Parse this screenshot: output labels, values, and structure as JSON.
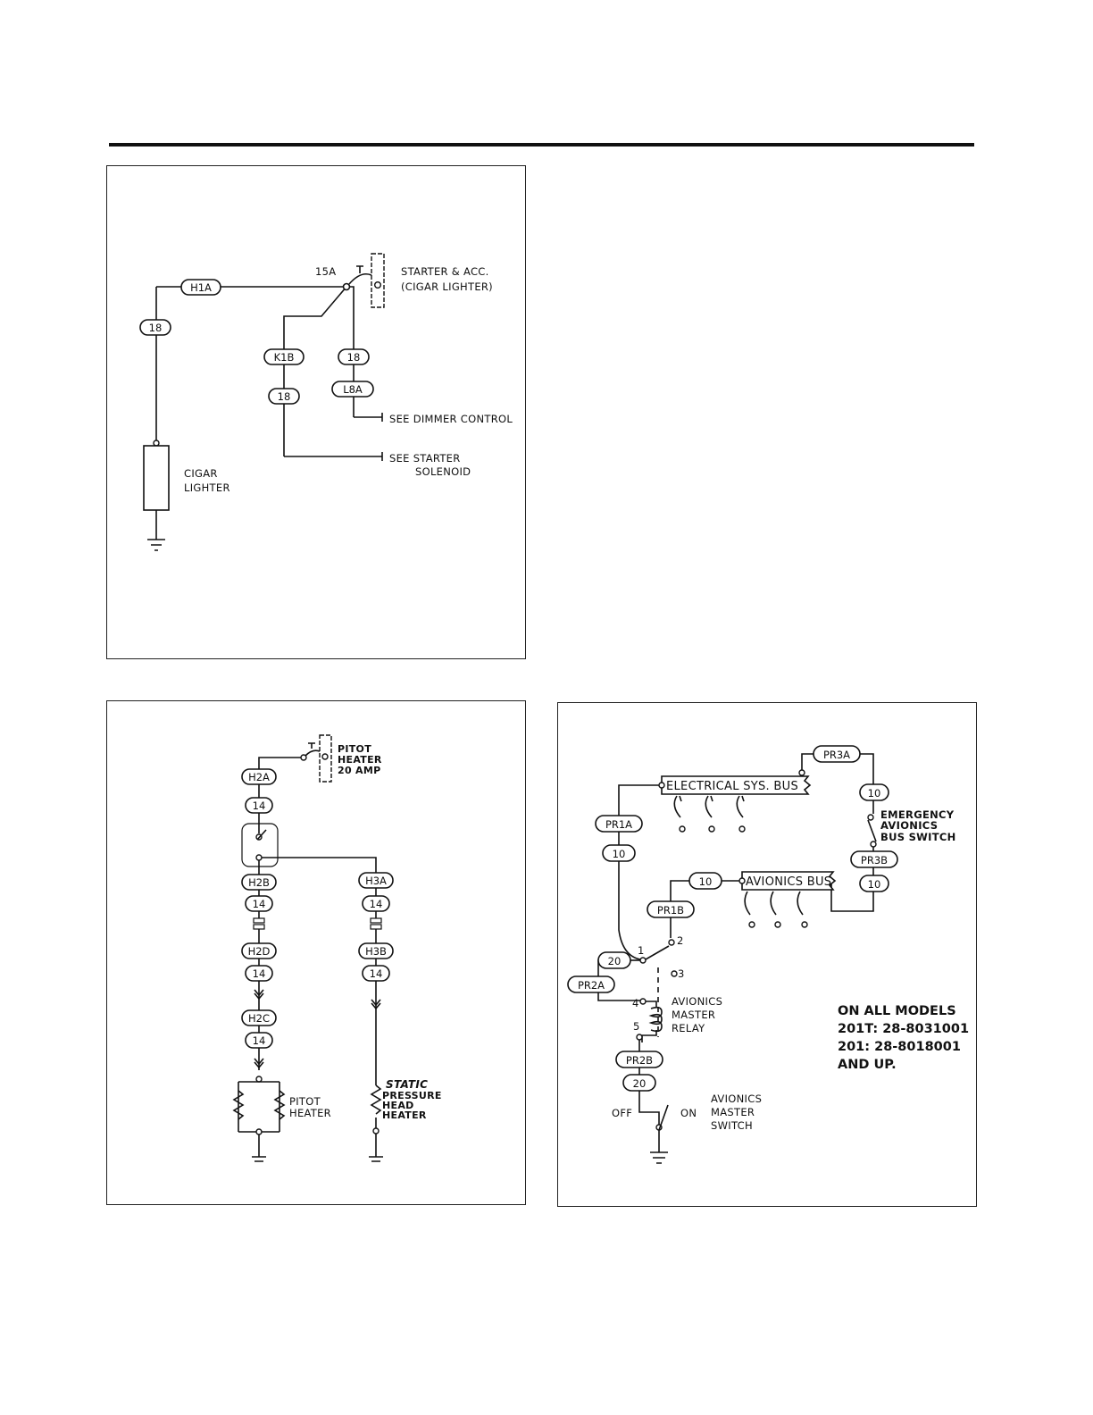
{
  "panel_cigar": {
    "breaker_rating": "15A",
    "breaker_label": [
      "STARTER & ACC.",
      "(CIGAR LIGHTER)"
    ],
    "wires": [
      "H1A",
      "18",
      "K1B",
      "18",
      "18",
      "L8A"
    ],
    "refs": [
      "SEE DIMMER CONTROL",
      "SEE STARTER",
      "SOLENOID"
    ],
    "device_label": [
      "CIGAR",
      "LIGHTER"
    ]
  },
  "panel_pitot": {
    "breaker_label": [
      "PITOT",
      "HEATER",
      "20 AMP"
    ],
    "left_wires": [
      "H2A",
      "14",
      "H2B",
      "14",
      "H2D",
      "14",
      "H2C",
      "14"
    ],
    "right_wires": [
      "H3A",
      "14",
      "H3B",
      "14"
    ],
    "heater_left": [
      "PITOT",
      "HEATER"
    ],
    "heater_right": [
      "STATIC",
      "PRESSURE",
      "HEAD",
      "HEATER"
    ]
  },
  "panel_avionics": {
    "bus_electrical": "ELECTRICAL SYS. BUS",
    "bus_avionics": "AVIONICS BUS",
    "wires": [
      "PR3A",
      "10",
      "PR3B",
      "10",
      "PR1A",
      "10",
      "10",
      "PR1B",
      "20",
      "PR2A",
      "PR2B",
      "20"
    ],
    "switch_emergency": [
      "EMERGENCY",
      "AVIONICS",
      "BUS SWITCH"
    ],
    "relay_label": [
      "AVIONICS",
      "MASTER",
      "RELAY"
    ],
    "relay_pins": [
      "1",
      "2",
      "3",
      "4",
      "5"
    ],
    "master_switch": [
      "AVIONICS",
      "MASTER",
      "SWITCH"
    ],
    "switch_off": "OFF",
    "switch_on": "ON",
    "note": [
      "ON ALL MODELS",
      "201T: 28-8031001",
      "201: 28-8018001",
      "AND UP."
    ]
  }
}
